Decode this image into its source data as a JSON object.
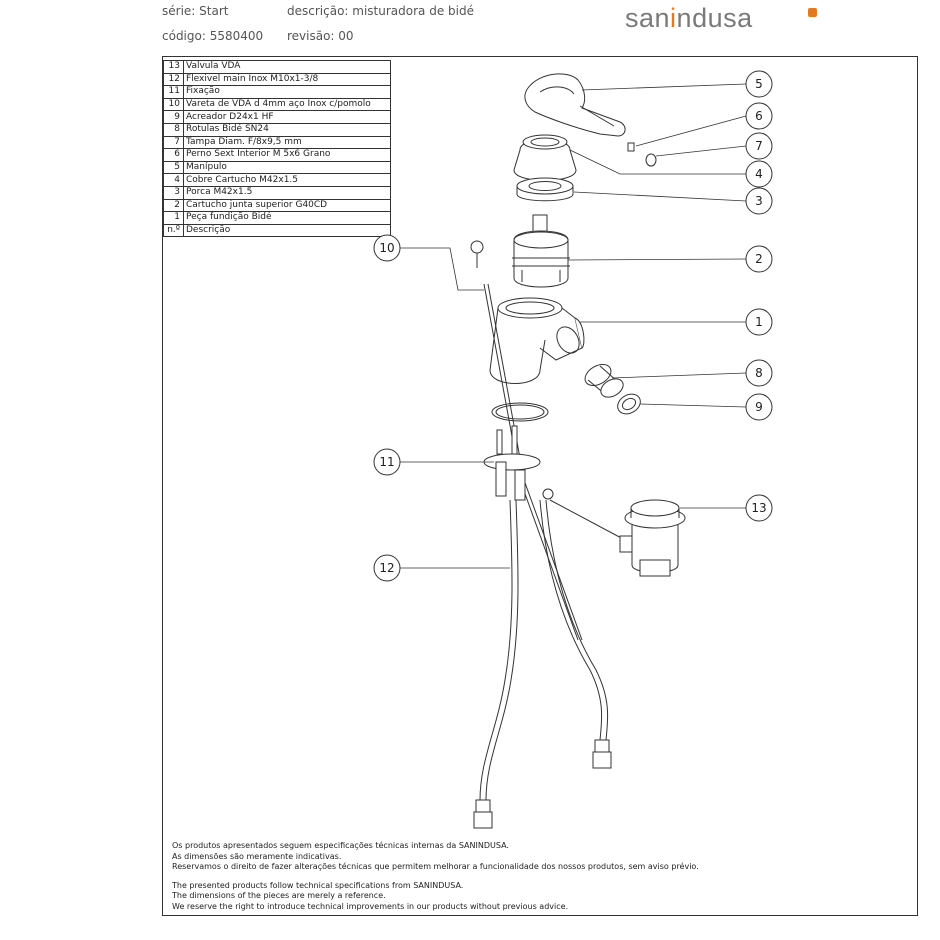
{
  "header": {
    "series_label": "série: Start",
    "description_label": "descrição: misturadora de bidé",
    "code_label": "código: 5580400",
    "revision_label": "revisão: 00"
  },
  "logo": {
    "text_start": "san",
    "text_o": "i",
    "text_end": "ndusa"
  },
  "parts": [
    {
      "n": "13",
      "desc": "Valvula VDA"
    },
    {
      "n": "12",
      "desc": "Flexivel main Inox M10x1-3/8"
    },
    {
      "n": "11",
      "desc": "Fixação"
    },
    {
      "n": "10",
      "desc": "Vareta de VDA d 4mm aço Inox c/pomolo"
    },
    {
      "n": "9",
      "desc": "Acreador D24x1 HF"
    },
    {
      "n": "8",
      "desc": "Rotulas Bidé SN24"
    },
    {
      "n": "7",
      "desc": "Tampa Diam. F/8x9,5 mm"
    },
    {
      "n": "6",
      "desc": "Perno Sext Interior M 5x6 Grano"
    },
    {
      "n": "5",
      "desc": "Manípulo"
    },
    {
      "n": "4",
      "desc": "Cobre Cartucho M42x1.5"
    },
    {
      "n": "3",
      "desc": "Porca M42x1.5"
    },
    {
      "n": "2",
      "desc": "Cartucho junta superior G40CD"
    },
    {
      "n": "1",
      "desc": "Peça fundição Bidé"
    },
    {
      "n": "n.º",
      "desc": "Descrição"
    }
  ],
  "callouts": [
    "5",
    "6",
    "7",
    "4",
    "3",
    "2",
    "1",
    "8",
    "9",
    "13",
    "10",
    "11",
    "12"
  ],
  "notes_pt": [
    "Os produtos apresentados seguem especificações técnicas internas da SANINDUSA.",
    "As dimensões são meramente indicativas.",
    "Reservamos o direito de fazer alterações técnicas que permitem melhorar a funcionalidade dos nossos produtos, sem aviso prévio."
  ],
  "notes_en": [
    "The presented products follow technical specifications from SANINDUSA.",
    "The dimensions of the pieces are merely a reference.",
    "We reserve the right to introduce technical improvements in our products without previous advice."
  ],
  "colors": {
    "logo_accent": "#e37a22",
    "logo_text": "#7a7a7a",
    "line": "#333333"
  }
}
